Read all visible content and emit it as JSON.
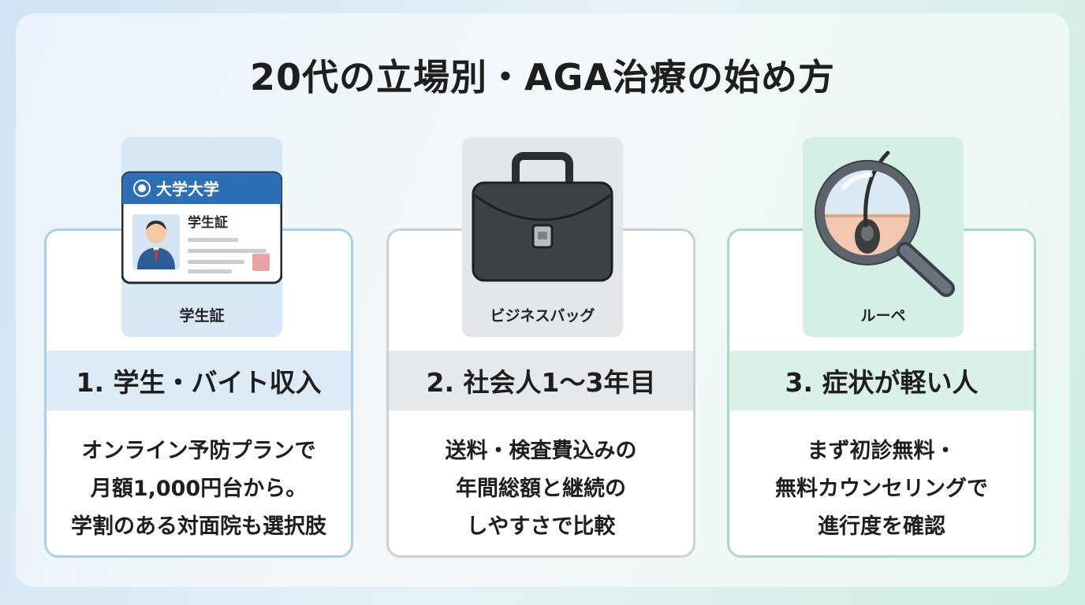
{
  "title": "20代の立場別・AGA治療の始め方",
  "colors": {
    "card1_accent": "#a8d0ee",
    "card2_accent": "#c9d0d6",
    "card3_accent": "#a6dcc6"
  },
  "cards": [
    {
      "icon": "student-id-icon",
      "icon_caption": "学生証",
      "id_card_university": "大学大学",
      "id_card_label": "学生証",
      "heading": "1. 学生・バイト収入",
      "desc_lines": [
        "オンライン予防プランで",
        "月額1,000円台から。",
        "学割のある対面院も選択肢"
      ]
    },
    {
      "icon": "briefcase-icon",
      "icon_caption": "ビジネスバッグ",
      "heading": "2. 社会人1〜3年目",
      "desc_lines": [
        "送料・検査費込みの",
        "年間総額と継続の",
        "しやすさで比較"
      ]
    },
    {
      "icon": "magnifier-icon",
      "icon_caption": "ルーペ",
      "heading": "3. 症状が軽い人",
      "desc_lines": [
        "まず初診無料・",
        "無料カウンセリングで",
        "進行度を確認"
      ]
    }
  ]
}
